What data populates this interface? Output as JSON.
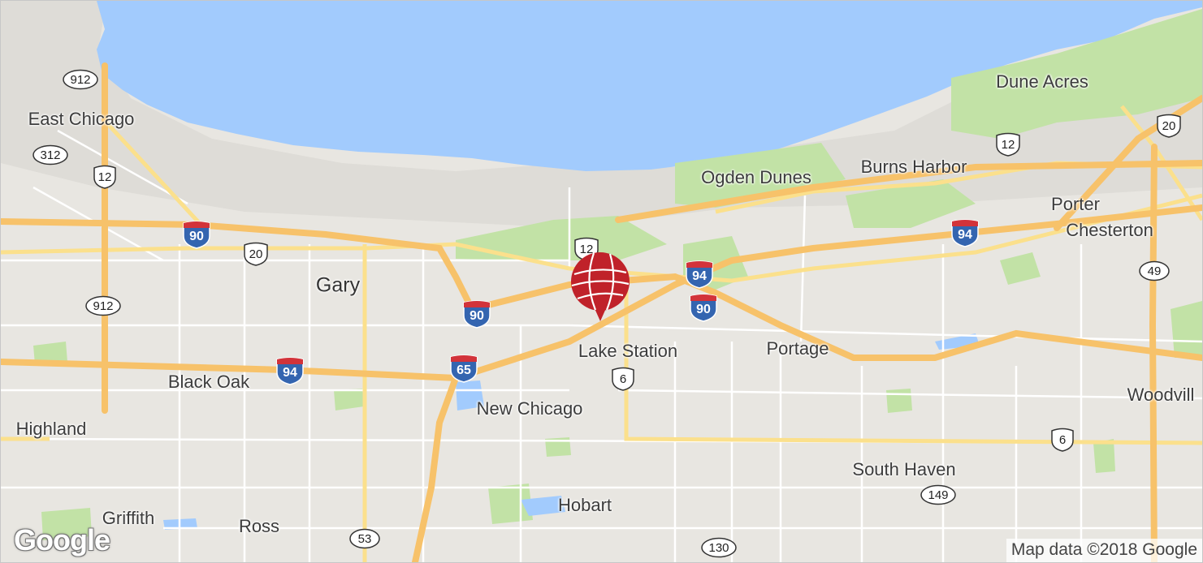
{
  "map": {
    "colors": {
      "water": "#a2cbfd",
      "land": "#e8e6e1",
      "park": "#c2e2a6",
      "highway": "#f7c26a",
      "major_road": "#fbe08c",
      "local_road": "#ffffff",
      "interstate_blue": "#3465b0",
      "interstate_red": "#d2333a",
      "marker": "#c0222a"
    },
    "places": [
      {
        "id": "gary",
        "label": "Gary",
        "size": "big"
      },
      {
        "id": "east-chicago",
        "label": "East Chicago",
        "size": "md"
      },
      {
        "id": "dune-acres",
        "label": "Dune Acres",
        "size": "md"
      },
      {
        "id": "ogden-dunes",
        "label": "Ogden Dunes",
        "size": "md"
      },
      {
        "id": "burns-harbor",
        "label": "Burns Harbor",
        "size": "md"
      },
      {
        "id": "porter",
        "label": "Porter",
        "size": "md"
      },
      {
        "id": "chesterton",
        "label": "Chesterton",
        "size": "md"
      },
      {
        "id": "lake-station",
        "label": "Lake Station",
        "size": "md"
      },
      {
        "id": "portage",
        "label": "Portage",
        "size": "md"
      },
      {
        "id": "black-oak",
        "label": "Black Oak",
        "size": "md"
      },
      {
        "id": "highland",
        "label": "Highland",
        "size": "md"
      },
      {
        "id": "new-chicago",
        "label": "New Chicago",
        "size": "md"
      },
      {
        "id": "woodville",
        "label": "Woodvill",
        "size": "md"
      },
      {
        "id": "south-haven",
        "label": "South Haven",
        "size": "md"
      },
      {
        "id": "hobart",
        "label": "Hobart",
        "size": "md"
      },
      {
        "id": "griffith",
        "label": "Griffith",
        "size": "md"
      },
      {
        "id": "ross",
        "label": "Ross",
        "size": "md"
      }
    ],
    "shields": [
      {
        "type": "state",
        "label": "912"
      },
      {
        "type": "state",
        "label": "312"
      },
      {
        "type": "us",
        "label": "12"
      },
      {
        "type": "interstate",
        "label": "90"
      },
      {
        "type": "us",
        "label": "20"
      },
      {
        "type": "state",
        "label": "912"
      },
      {
        "type": "interstate",
        "label": "94"
      },
      {
        "type": "interstate",
        "label": "90"
      },
      {
        "type": "interstate",
        "label": "65"
      },
      {
        "type": "us",
        "label": "12"
      },
      {
        "type": "interstate",
        "label": "94"
      },
      {
        "type": "interstate",
        "label": "90"
      },
      {
        "type": "us",
        "label": "6"
      },
      {
        "type": "interstate",
        "label": "94"
      },
      {
        "type": "us",
        "label": "12"
      },
      {
        "type": "us",
        "label": "20"
      },
      {
        "type": "state",
        "label": "49"
      },
      {
        "type": "us",
        "label": "6"
      },
      {
        "type": "state",
        "label": "149"
      },
      {
        "type": "state",
        "label": "53"
      },
      {
        "type": "state",
        "label": "130"
      }
    ],
    "marker": {
      "icon": "globe-pin-icon"
    },
    "logo_text": "Google",
    "attribution": "Map data ©2018 Google"
  }
}
